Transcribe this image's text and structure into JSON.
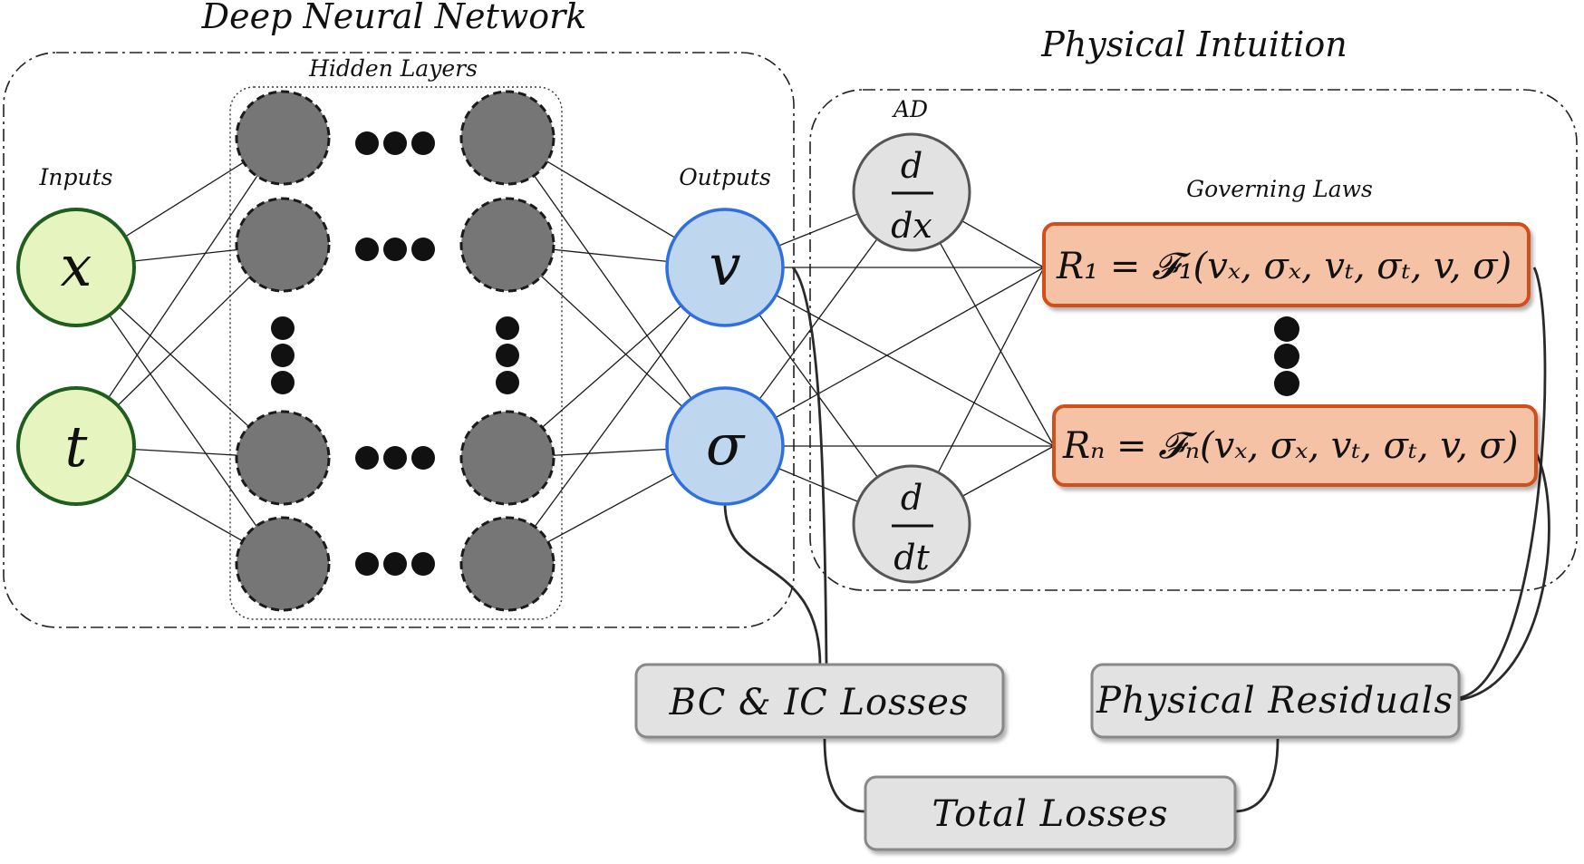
{
  "titles": {
    "deep_neural_network": "Deep Neural Network",
    "physical_intuition": "Physical Intuition",
    "hidden_layers": "Hidden Layers",
    "inputs": "Inputs",
    "outputs": "Outputs",
    "ad": "AD",
    "governing_laws": "Governing Laws"
  },
  "inputs": [
    {
      "symbol": "x"
    },
    {
      "symbol": "t"
    }
  ],
  "outputs": [
    {
      "symbol": "v"
    },
    {
      "symbol": "σ"
    }
  ],
  "ad_operators": [
    {
      "numerator": "d",
      "denominator": "dx"
    },
    {
      "numerator": "d",
      "denominator": "dt"
    }
  ],
  "governing_laws": [
    {
      "text": "R₁ = 𝓕₁(vₓ, σₓ, vₜ, σₜ, v, σ)"
    },
    {
      "text": "Rₙ = 𝓕ₙ(vₓ, σₓ, vₜ, σₜ, v, σ)"
    }
  ],
  "losses": {
    "bc_ic": "BC & IC Losses",
    "physical_residuals": "Physical Residuals",
    "total": "Total Losses"
  },
  "colors": {
    "input_fill": "#e6f5bf",
    "input_stroke": "#1f5e1f",
    "hidden_fill": "#767676",
    "output_fill": "#bed6ee",
    "output_stroke": "#2f6fe0",
    "ad_fill": "#e2e2e2",
    "law_fill": "#f6c2a6",
    "law_stroke": "#d2501f",
    "loss_fill": "#e2e2e2",
    "loss_stroke": "#888888"
  }
}
